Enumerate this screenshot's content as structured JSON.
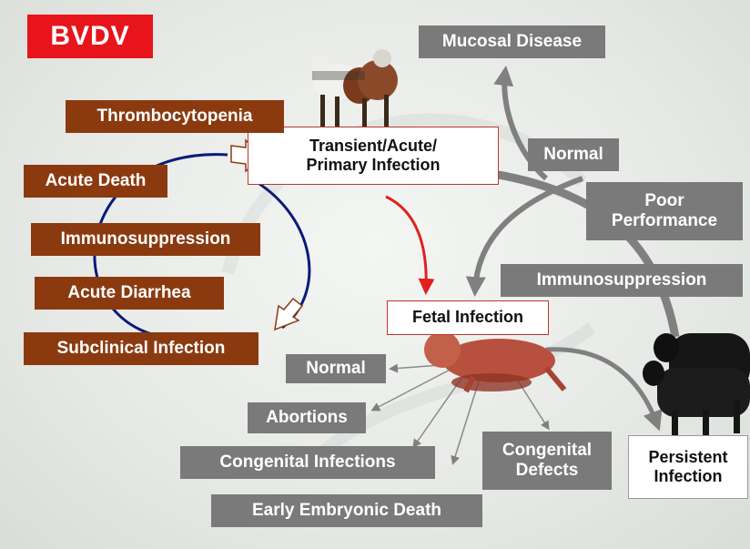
{
  "title": "BVDV",
  "center": {
    "transient": "Transient/Acute/\nPrimary Infection",
    "fetal": "Fetal Infection",
    "persistent": "Persistent\nInfection"
  },
  "acute_outcomes": [
    "Thrombocytopenia",
    "Acute Death",
    "Immunosuppression",
    "Acute Diarrhea",
    "Subclinical Infection"
  ],
  "fetal_outcomes": [
    "Normal",
    "Abortions",
    "Congenital Infections",
    "Early Embryonic Death",
    "Congenital\nDefects"
  ],
  "persistent_outcomes": [
    "Mucosal Disease",
    "Normal",
    "Poor\nPerformance",
    "Immunosuppression"
  ],
  "colors": {
    "title_red": "#e8141b",
    "acute_brown": "#8b3a10",
    "outcome_gray": "#7a7a7a",
    "cycle_blue": "#0a1a7a",
    "arrow_red": "#e02020"
  },
  "images": [
    "cattle-icon",
    "fetus-icon",
    "black-cattle-icon"
  ]
}
